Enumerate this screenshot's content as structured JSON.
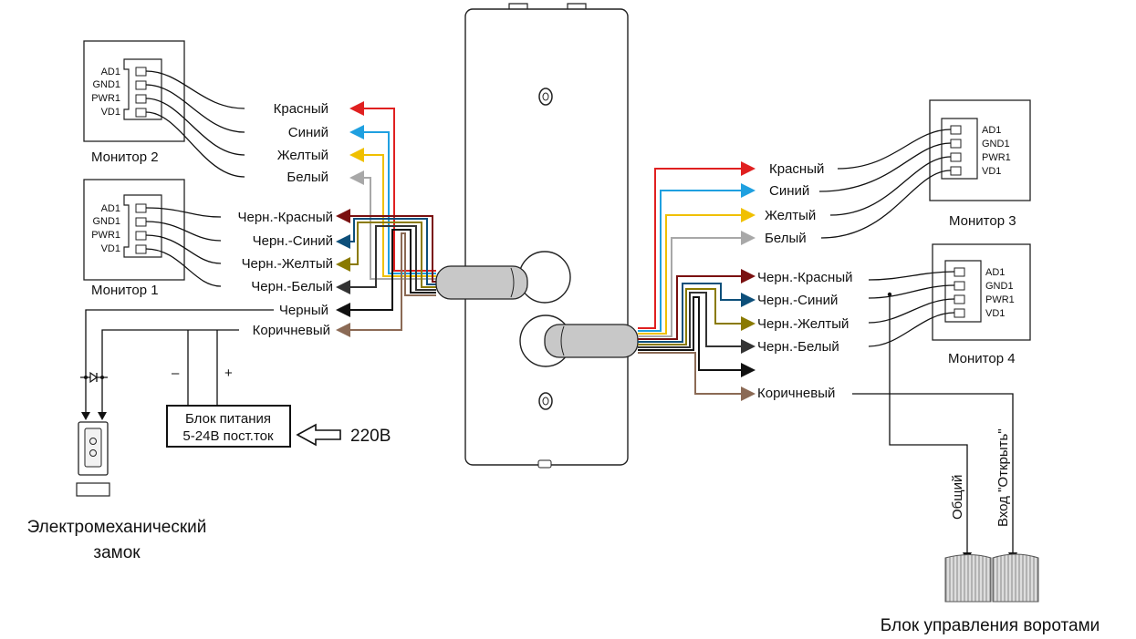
{
  "colors": {
    "red": "#e02020",
    "blue": "#1fa0e0",
    "yellow": "#f0c000",
    "white": "#a8a8a8",
    "black_red": "#7a1010",
    "black_blue": "#0d4f7a",
    "black_yellow": "#8a7a00",
    "black_white": "#333333",
    "black": "#111111",
    "brown": "#8b6a55"
  },
  "pins": [
    "AD1",
    "GND1",
    "PWR1",
    "VD1"
  ],
  "monitors": {
    "m1": "Монитор 1",
    "m2": "Монитор 2",
    "m3": "Монитор 3",
    "m4": "Монитор 4"
  },
  "wires": {
    "red": "Красный",
    "blue": "Синий",
    "yellow": "Желтый",
    "white": "Белый",
    "black_red": "Черн.-Красный",
    "black_blue": "Черн.-Синий",
    "black_yellow": "Черн.-Желтый",
    "black_white": "Черн.-Белый",
    "black": "Черный",
    "brown": "Коричневый"
  },
  "power": {
    "line1": "Блок питания",
    "line2": "5-24В пост.ток",
    "input": "220В",
    "minus": "–",
    "plus": "+"
  },
  "lock": {
    "line1": "Электромеханический",
    "line2": "замок"
  },
  "gate": {
    "title": "Блок управления воротами",
    "common": "Общий",
    "open": "Вход \"Открыть\""
  }
}
